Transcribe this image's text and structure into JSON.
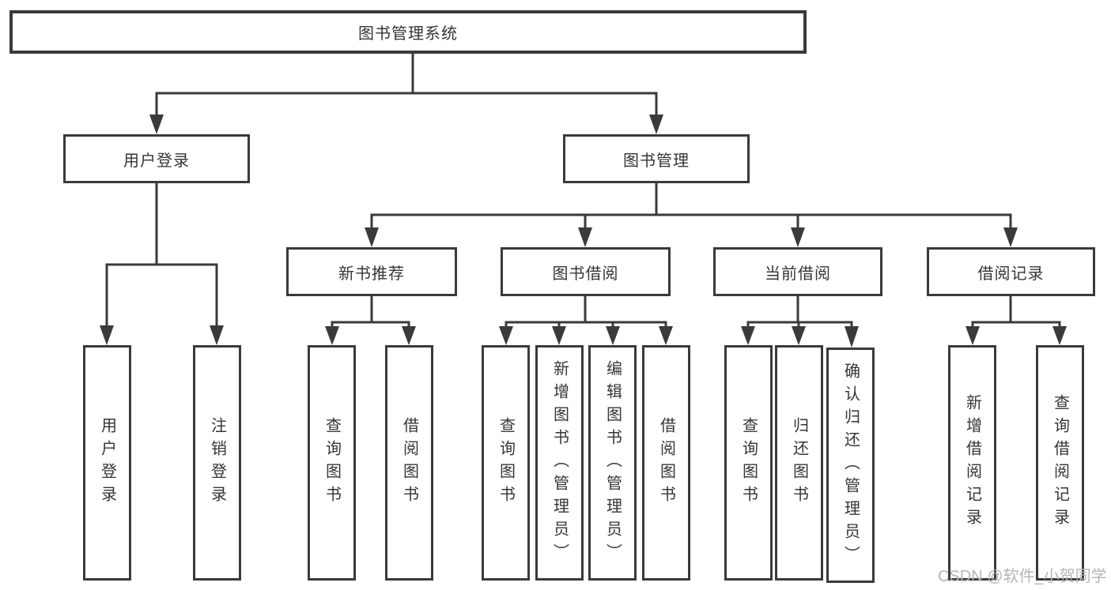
{
  "watermark": "CSDN @软件_小贺同学",
  "colors": {
    "line": "#3a3a3a",
    "text": "#353535",
    "box_bg": "#ffffff",
    "watermark": "#b5b5b5"
  },
  "tree": {
    "root": {
      "label": "图书管理系统"
    },
    "branches": [
      {
        "label": "用户登录",
        "leaves": [
          {
            "label": "用户登录"
          },
          {
            "label": "注销登录"
          }
        ]
      },
      {
        "label": "图书管理",
        "children": [
          {
            "label": "新书推荐",
            "leaves": [
              {
                "label": "查询图书"
              },
              {
                "label": "借阅图书"
              }
            ]
          },
          {
            "label": "图书借阅",
            "leaves": [
              {
                "label": "查询图书"
              },
              {
                "label": "新增图书（管理员）"
              },
              {
                "label": "编辑图书（管理员）"
              },
              {
                "label": "借阅图书"
              }
            ]
          },
          {
            "label": "当前借阅",
            "leaves": [
              {
                "label": "查询图书"
              },
              {
                "label": "归还图书"
              },
              {
                "label": "确认归还（管理员）"
              }
            ]
          },
          {
            "label": "借阅记录",
            "leaves": [
              {
                "label": "新增借阅记录"
              },
              {
                "label": "查询借阅记录"
              }
            ]
          }
        ]
      }
    ]
  }
}
